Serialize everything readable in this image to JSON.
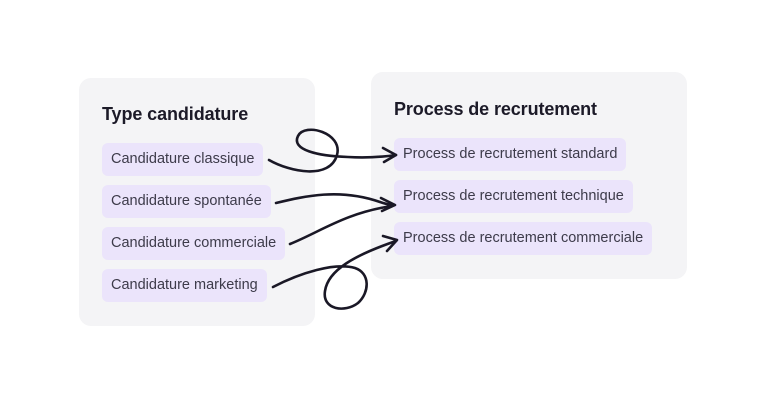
{
  "left_panel": {
    "title": "Type candidature",
    "items": [
      {
        "label": "Candidature classique"
      },
      {
        "label": "Candidature spontanée"
      },
      {
        "label": "Candidature commerciale"
      },
      {
        "label": "Candidature marketing"
      }
    ]
  },
  "right_panel": {
    "title": "Process de recrutement",
    "items": [
      {
        "label": "Process de recrutement standard"
      },
      {
        "label": "Process de recrutement technique"
      },
      {
        "label": "Process de recrutement commerciale"
      }
    ]
  },
  "connections": [
    {
      "from": "Candidature classique",
      "to": "Process de recrutement standard"
    },
    {
      "from": "Candidature spontanée",
      "to": "Process de recrutement technique"
    },
    {
      "from": "Candidature commerciale",
      "to": "Process de recrutement technique"
    },
    {
      "from": "Candidature marketing",
      "to": "Process de recrutement commerciale"
    }
  ],
  "colors": {
    "panel_background": "#f4f4f6",
    "chip_background": "#ebe4fb",
    "chip_text": "#3d3b4a",
    "title_text": "#1c1a28",
    "arrow_stroke": "#1a1826"
  }
}
